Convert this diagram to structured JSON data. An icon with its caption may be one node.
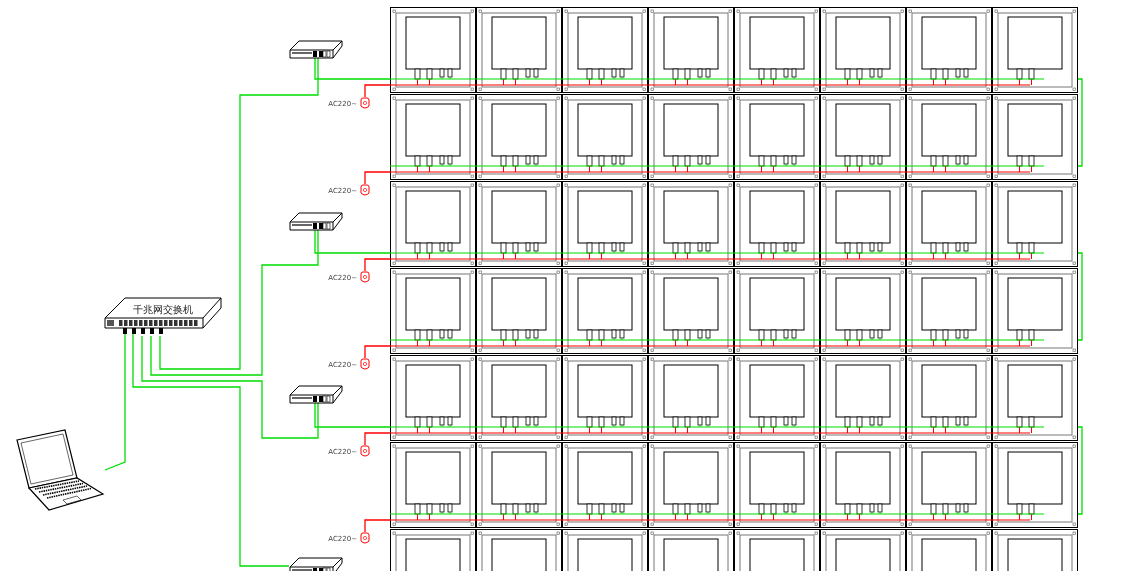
{
  "diagram": {
    "nodes": [
      {
        "text": [
          "千兆网交换机"
        ]
      },
      {
        "text": [],
        "shape": "picture"
      },
      {
        "text": [],
        "shape": "box"
      },
      {
        "text": [],
        "shape": "box"
      },
      {
        "text": [],
        "shape": "box"
      },
      {
        "text": [],
        "shape": "box"
      },
      {
        "text": [],
        "shape": "plug",
        "beside": [
          "AC220~"
        ]
      },
      {
        "text": [],
        "shape": "plug",
        "beside": [
          "AC220~"
        ]
      },
      {
        "text": [],
        "shape": "plug",
        "beside": [
          "AC220~"
        ]
      },
      {
        "text": [],
        "shape": "plug",
        "beside": [
          "AC220~"
        ]
      },
      {
        "text": [],
        "shape": "plug",
        "beside": [
          "AC220~"
        ]
      },
      {
        "text": [],
        "shape": "plug",
        "beside": [
          "AC220~"
        ]
      },
      {
        "text": [],
        "shape": "box"
      },
      {
        "text": [],
        "shape": "box"
      },
      {
        "text": [],
        "shape": "box"
      },
      {
        "text": [],
        "shape": "box"
      },
      {
        "text": [],
        "shape": "box"
      },
      {
        "text": [],
        "shape": "box"
      },
      {
        "text": [],
        "shape": "box"
      }
    ],
    "edges": [
      {
        "from": 1,
        "to": 0,
        "arrow": "none"
      },
      {
        "from": 0,
        "to": 2,
        "arrow": "none"
      },
      {
        "from": 0,
        "to": 3,
        "arrow": "none"
      },
      {
        "from": 0,
        "to": 4,
        "arrow": "none"
      },
      {
        "from": 0,
        "to": 5,
        "arrow": "none"
      },
      {
        "from": 2,
        "to": 12,
        "arrow": "none"
      },
      {
        "from": 3,
        "to": 14,
        "arrow": "none"
      },
      {
        "from": 4,
        "to": 16,
        "arrow": "none"
      },
      {
        "from": 12,
        "to": 13,
        "arrow": "none"
      },
      {
        "from": 14,
        "to": 15,
        "arrow": "none"
      },
      {
        "from": 16,
        "to": 17,
        "arrow": "none"
      },
      {
        "from": 6,
        "to": 12,
        "arrow": "none",
        "color": "#ff0000"
      },
      {
        "from": 7,
        "to": 13,
        "arrow": "none",
        "color": "#ff0000"
      },
      {
        "from": 8,
        "to": 14,
        "arrow": "none",
        "color": "#ff0000"
      },
      {
        "from": 9,
        "to": 15,
        "arrow": "none",
        "color": "#ff0000"
      },
      {
        "from": 10,
        "to": 16,
        "arrow": "none",
        "color": "#ff0000"
      },
      {
        "from": 11,
        "to": 17,
        "arrow": "none",
        "color": "#ff0000"
      }
    ]
  }
}
